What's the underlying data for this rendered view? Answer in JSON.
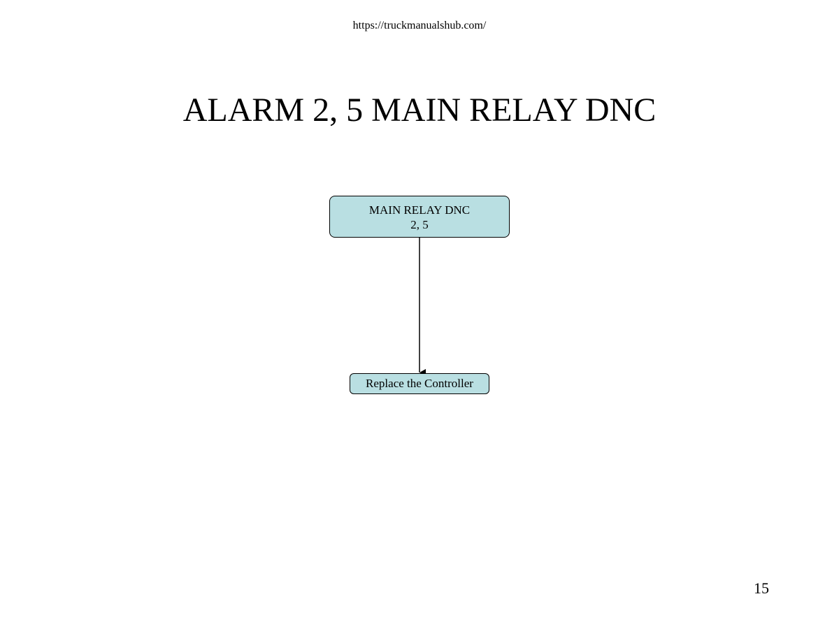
{
  "header": {
    "url": "https://truckmanualshub.com/"
  },
  "slide": {
    "title": "ALARM 2, 5 MAIN RELAY DNC",
    "page_number": "15"
  },
  "diagram": {
    "node_fill": "#b9dfe2",
    "line_color": "#000000",
    "nodes": {
      "start": {
        "line1": "MAIN RELAY DNC",
        "line2": "2, 5"
      },
      "end": {
        "label": "Replace the Controller"
      }
    }
  }
}
